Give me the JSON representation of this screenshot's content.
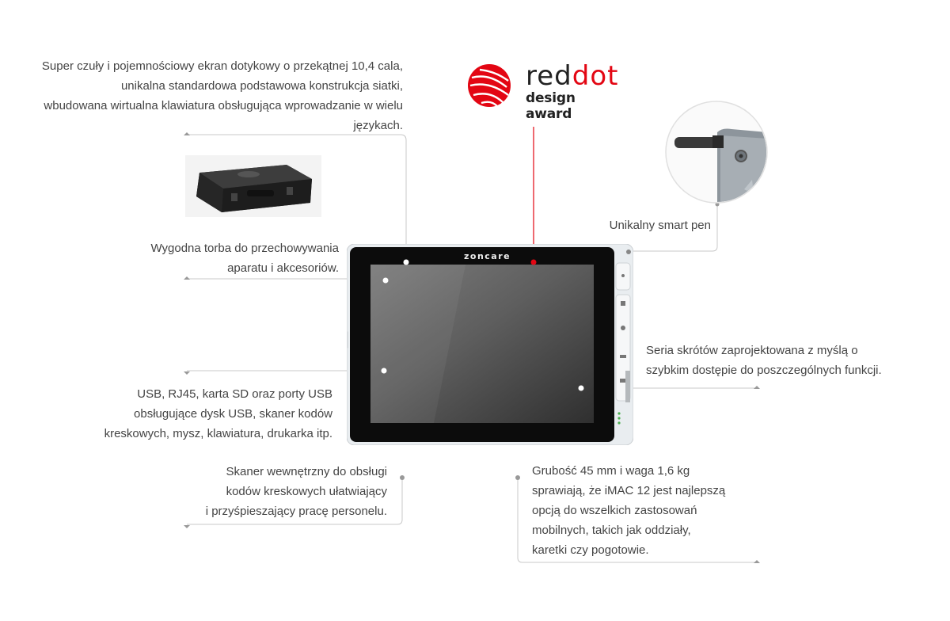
{
  "logo": {
    "word_black": "red",
    "word_red": "dot",
    "subtitle": "design award",
    "accent_color": "#e30613"
  },
  "device": {
    "brand": "zoncare"
  },
  "callouts": {
    "screen": [
      "Super czuły i pojemnościowy ekran dotykowy o przekątnej 10,4 cala,",
      "unikalna standardowa podstawowa konstrukcja siatki,",
      "wbudowana wirtualna klawiatura obsługująca wprowadzanie w wielu",
      "językach."
    ],
    "bag": [
      "Wygodna torba do przechowywania",
      "aparatu i akcesoriów."
    ],
    "ports": [
      "USB, RJ45, karta SD oraz porty USB",
      "obsługujące dysk USB, skaner kodów",
      "kreskowych, mysz, klawiatura, drukarka itp."
    ],
    "scanner": [
      "Skaner wewnętrzny do obsługi",
      "kodów kreskowych ułatwiający",
      "i przyśpieszający pracę personelu."
    ],
    "pen": [
      "Unikalny smart pen"
    ],
    "shortcuts": [
      "Seria skrótów zaprojektowana z myślą o",
      "szybkim dostępie do poszczególnych funkcji."
    ],
    "weight": [
      "Grubość 45 mm i waga 1,6 kg",
      "sprawiają, że iMAC 12 jest najlepszą",
      "opcją do wszelkich zastosowań",
      "mobilnych, takich jak oddziały,",
      "karetki czy pogotowie."
    ]
  }
}
